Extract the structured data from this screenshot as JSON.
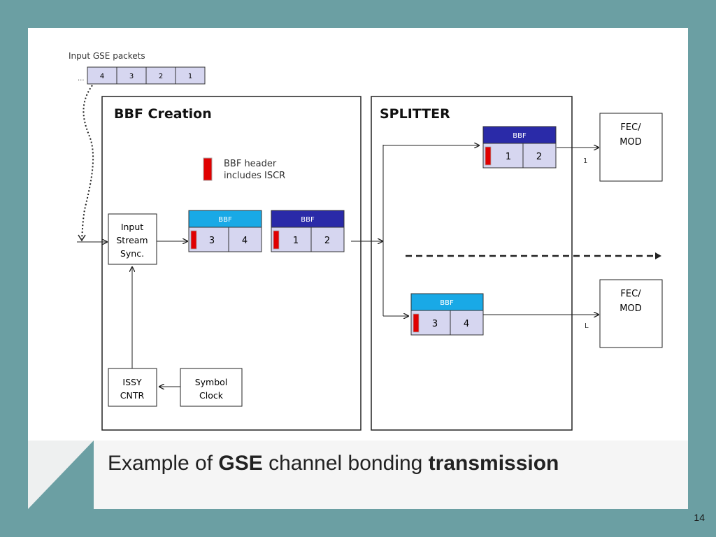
{
  "input_packets": {
    "label": "Input GSE packets",
    "ellipsis": "...",
    "cells": [
      "4",
      "3",
      "2",
      "1"
    ]
  },
  "bbf_creation": {
    "title": "BBF Creation"
  },
  "splitter": {
    "title": "SPLITTER"
  },
  "legend": {
    "line1": "BBF header",
    "line2": "includes ISCR"
  },
  "input_sync": {
    "line1": "Input",
    "line2": "Stream",
    "line3": "Sync."
  },
  "issy": {
    "line1": "ISSY",
    "line2": "CNTR"
  },
  "symbol_clock": {
    "line1": "Symbol",
    "line2": "Clock"
  },
  "frames": {
    "bbf_a": {
      "label": "BBF",
      "cells": [
        "3",
        "4"
      ]
    },
    "bbf_b": {
      "label": "BBF",
      "cells": [
        "1",
        "2"
      ]
    },
    "bbf_top": {
      "label": "BBF",
      "cells": [
        "1",
        "2"
      ]
    },
    "bbf_bottom": {
      "label": "BBF",
      "cells": [
        "3",
        "4"
      ]
    }
  },
  "fec_top": {
    "line1": "FEC/",
    "line2": "MOD",
    "channel": "1"
  },
  "fec_bottom": {
    "line1": "FEC/",
    "line2": "MOD",
    "channel": "L"
  },
  "caption": {
    "prefix": "Example of ",
    "gse": "GSE",
    "middle": " channel bonding ",
    "suffix": "transmission"
  },
  "page_number": "14",
  "colors": {
    "background": "#6b9fa3",
    "bbf_light": "#19a9e6",
    "bbf_dark": "#2a2aa8",
    "cell_fill": "#d6d6f0",
    "header_red": "#e00000"
  }
}
